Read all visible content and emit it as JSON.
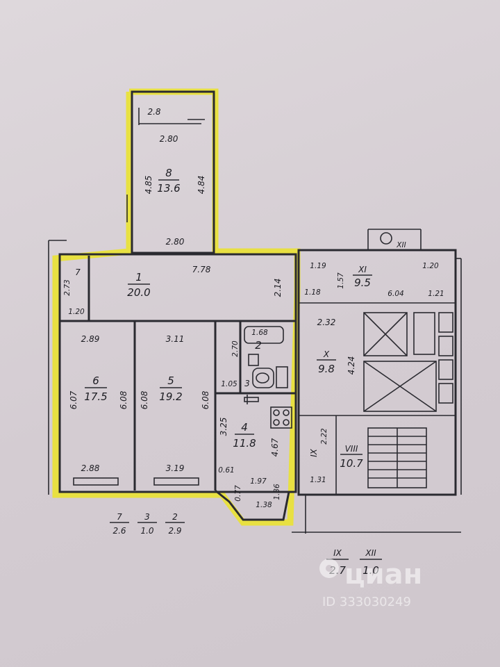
{
  "rooms": [
    {
      "id": "8",
      "area": "13.6"
    },
    {
      "id": "1",
      "area": "20.0"
    },
    {
      "id": "7",
      "area": ""
    },
    {
      "id": "6",
      "area": "17.5"
    },
    {
      "id": "5",
      "area": "19.2"
    },
    {
      "id": "2",
      "area": ""
    },
    {
      "id": "3",
      "area": ""
    },
    {
      "id": "4",
      "area": "11.8"
    },
    {
      "id": "XI",
      "area": "9.5"
    },
    {
      "id": "XII",
      "area": ""
    },
    {
      "id": "X",
      "area": "9.8"
    },
    {
      "id": "IX",
      "area": ""
    },
    {
      "id": "VIII",
      "area": "10.7"
    }
  ],
  "dimensions": {
    "d_2_8": "2.8",
    "d_2_80_top": "2.80",
    "d_4_85": "4.85",
    "d_4_84": "4.84",
    "d_2_80_bot": "2.80",
    "d_7_78": "7.78",
    "d_2_14": "2.14",
    "d_2_73": "2.73",
    "d_1_20": "1.20",
    "d_2_89": "2.89",
    "d_3_11": "3.11",
    "d_1_68": "1.68",
    "d_2_70": "2.70",
    "d_1_05": "1.05",
    "d_6_07": "6.07",
    "d_6_08a": "6.08",
    "d_6_08b": "6.08",
    "d_6_08c": "6.08",
    "d_3_25": "3.25",
    "d_4_67": "4.67",
    "d_2_88": "2.88",
    "d_3_19": "3.19",
    "d_0_61": "0.61",
    "d_0_77": "0.77",
    "d_1_97": "1.97",
    "d_1_36": "1.36",
    "d_1_38": "1.38",
    "d_1_19": "1.19",
    "d_1_57": "1.57",
    "d_1_20r": "1.20",
    "d_1_18": "1.18",
    "d_6_04": "6.04",
    "d_1_21": "1.21",
    "d_2_32": "2.32",
    "d_4_24": "4.24",
    "d_2_22": "2.22",
    "d_1_31": "1.31"
  },
  "summary_left": [
    {
      "label": "7",
      "value": "2.6"
    },
    {
      "label": "3",
      "value": "1.0"
    },
    {
      "label": "2",
      "value": "2.9"
    }
  ],
  "summary_right": [
    {
      "label": "IX",
      "value": "2.7"
    },
    {
      "label": "XII",
      "value": "1.0"
    }
  ],
  "watermark": {
    "brand": "циан",
    "id": "ID 333030249"
  }
}
